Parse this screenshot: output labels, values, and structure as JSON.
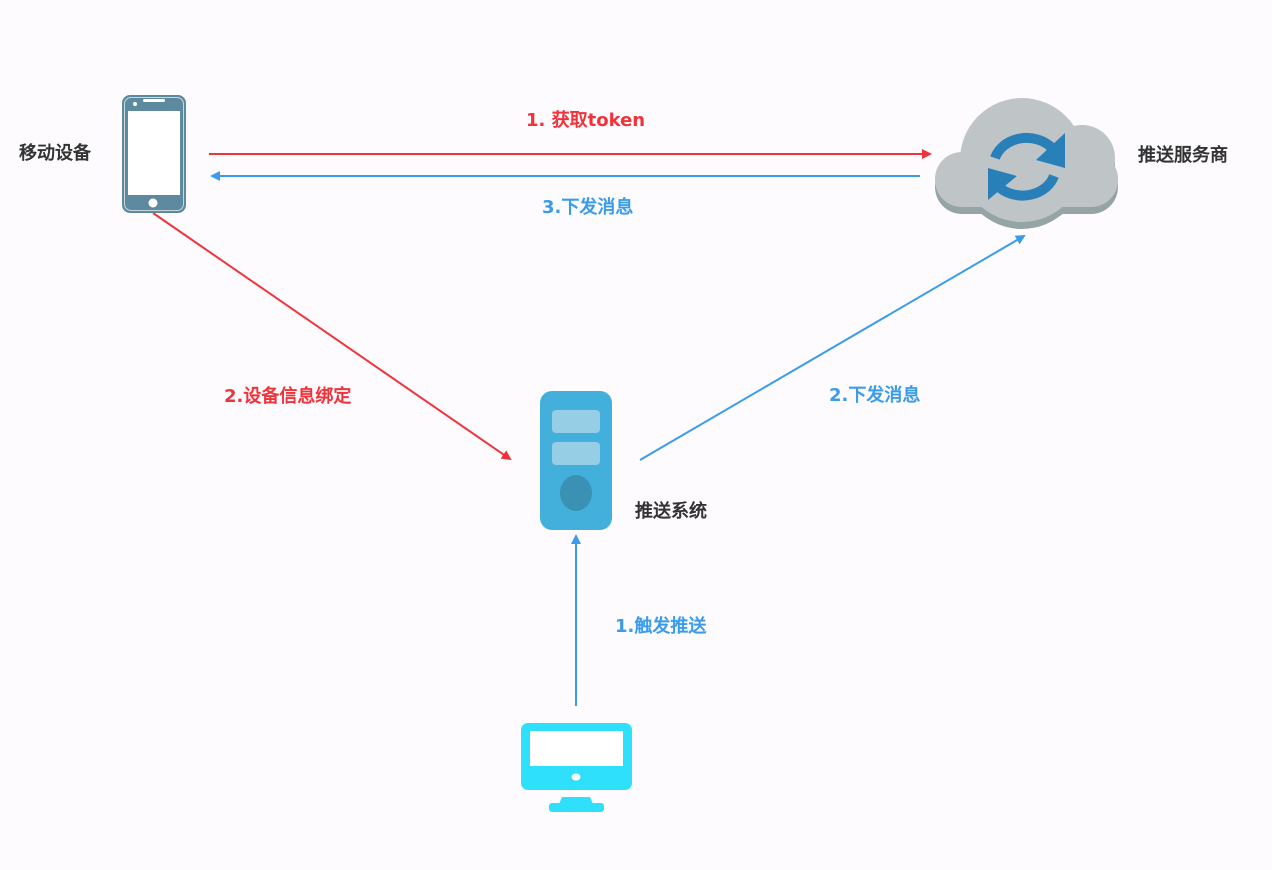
{
  "nodes": {
    "mobile": {
      "label": "移动设备",
      "icon": "smartphone-icon"
    },
    "provider": {
      "label": "推送服务商",
      "icon": "cloud-sync-icon"
    },
    "push_system": {
      "label": "推送系统",
      "icon": "server-icon"
    },
    "trigger": {
      "icon": "desktop-monitor-icon"
    }
  },
  "edges": [
    {
      "id": "get-token",
      "from": "mobile",
      "to": "provider",
      "label": "1. 获取token",
      "color": "#f0333b"
    },
    {
      "id": "deliver-to-device",
      "from": "provider",
      "to": "mobile",
      "label": "3.下发消息",
      "color": "#3a9cea"
    },
    {
      "id": "bind-device",
      "from": "mobile",
      "to": "push_system",
      "label": "2.设备信息绑定",
      "color": "#f0333b"
    },
    {
      "id": "deliver-to-provider",
      "from": "push_system",
      "to": "provider",
      "label": "2.下发消息",
      "color": "#3a9cea"
    },
    {
      "id": "trigger-push",
      "from": "trigger",
      "to": "push_system",
      "label": "1.触发推送",
      "color": "#3a9cea"
    }
  ],
  "colors": {
    "phone": "#5e8aa0",
    "cloud": "#bfc4c7",
    "cloud_shadow": "#95a5a6",
    "sync": "#2980b9",
    "server": "#43b0dc",
    "server_slot": "#96cfe5",
    "server_dial": "#3b91b3",
    "monitor": "#2ee0fb"
  }
}
